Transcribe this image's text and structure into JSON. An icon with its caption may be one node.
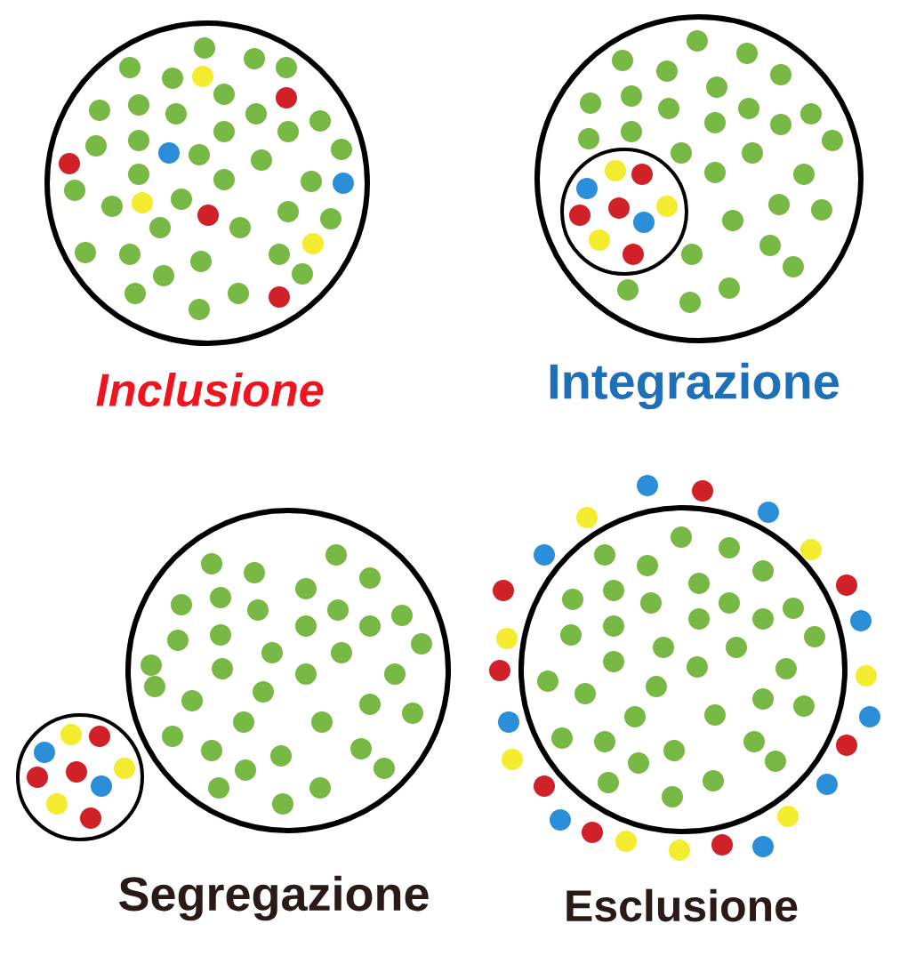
{
  "diagram": {
    "nodes": [
      {
        "text": [
          "Inclusione"
        ]
      },
      {
        "text": [
          "Integrazione"
        ]
      },
      {
        "text": [],
        "shape": "circle",
        "in": 1
      },
      {
        "text": [
          "Segregazione"
        ]
      },
      {
        "text": [],
        "shape": "circle"
      },
      {
        "text": [
          "Esclusione"
        ]
      }
    ]
  }
}
